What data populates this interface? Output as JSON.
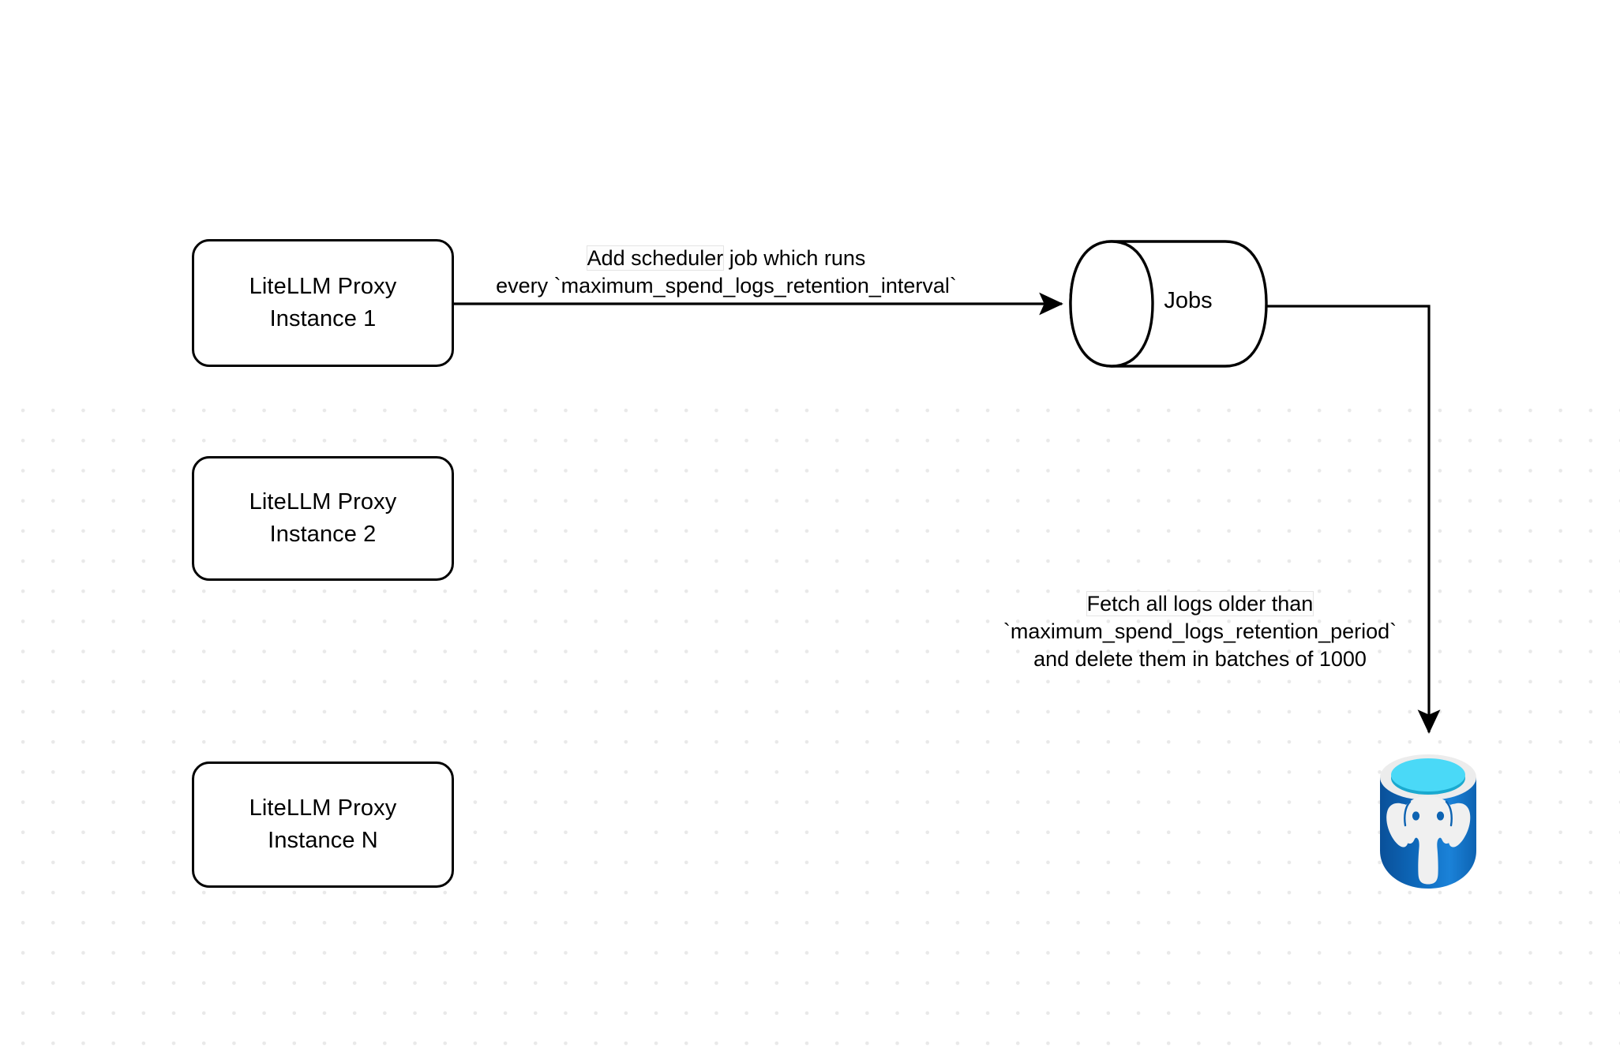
{
  "diagram": {
    "title": "LiteLLM spend logs retention scheduler flow",
    "background": {
      "color": "#ffffff",
      "grid_dot_color": "#e9e9e9"
    },
    "nodes": [
      {
        "id": "proxy-instance-1",
        "shape": "rounded-rectangle",
        "label": "LiteLLM Proxy\nInstance 1"
      },
      {
        "id": "proxy-instance-2",
        "shape": "rounded-rectangle",
        "label": "LiteLLM Proxy\nInstance 2"
      },
      {
        "id": "proxy-instance-n",
        "shape": "rounded-rectangle",
        "label": "LiteLLM Proxy\nInstance N"
      },
      {
        "id": "jobs-queue",
        "shape": "cylinder",
        "label": "Jobs"
      },
      {
        "id": "postgres-database",
        "shape": "database-cylinder",
        "label": "",
        "icon": "postgresql-elephant-icon",
        "colors": {
          "body_dark": "#0b5ca9",
          "body_light": "#1b7fd4",
          "rim": "#ececec",
          "liquid_top": "#4ad9f7",
          "liquid_shadow": "#1aa9cf",
          "elephant": "#f0f0f0"
        }
      }
    ],
    "edges": [
      {
        "id": "edge-proxy1-to-jobs",
        "from": "proxy-instance-1",
        "to": "jobs-queue",
        "arrowhead": "filled-triangle",
        "label_lines": [
          "Add scheduler job which runs",
          "every `maximum_spend_logs_retention_interval`"
        ],
        "highlight_text": "Add scheduler"
      },
      {
        "id": "edge-jobs-to-postgres",
        "from": "jobs-queue",
        "to": "postgres-database",
        "arrowhead": "filled-triangle",
        "routing": "orthogonal-elbow",
        "label_lines": [
          "Fetch all logs older than",
          "`maximum_spend_logs_retention_period`",
          "and delete them in batches of 1000"
        ],
        "highlight_text": "Fetch all logs older than"
      }
    ]
  },
  "labels": {
    "proxy1_line1": "LiteLLM Proxy",
    "proxy1_line2": "Instance 1",
    "proxy2_line1": "LiteLLM Proxy",
    "proxy2_line2": "Instance 2",
    "proxyn_line1": "LiteLLM Proxy",
    "proxyn_line2": "Instance N",
    "jobs": "Jobs",
    "scheduler_line1_highlight": "Add scheduler",
    "scheduler_line1_rest": " job which runs",
    "scheduler_line2": "every `maximum_spend_logs_retention_interval`",
    "retention_line1_highlight": "Fetch all logs older than",
    "retention_line2": "`maximum_spend_logs_retention_period`",
    "retention_line3": "and delete them in batches of 1000"
  }
}
